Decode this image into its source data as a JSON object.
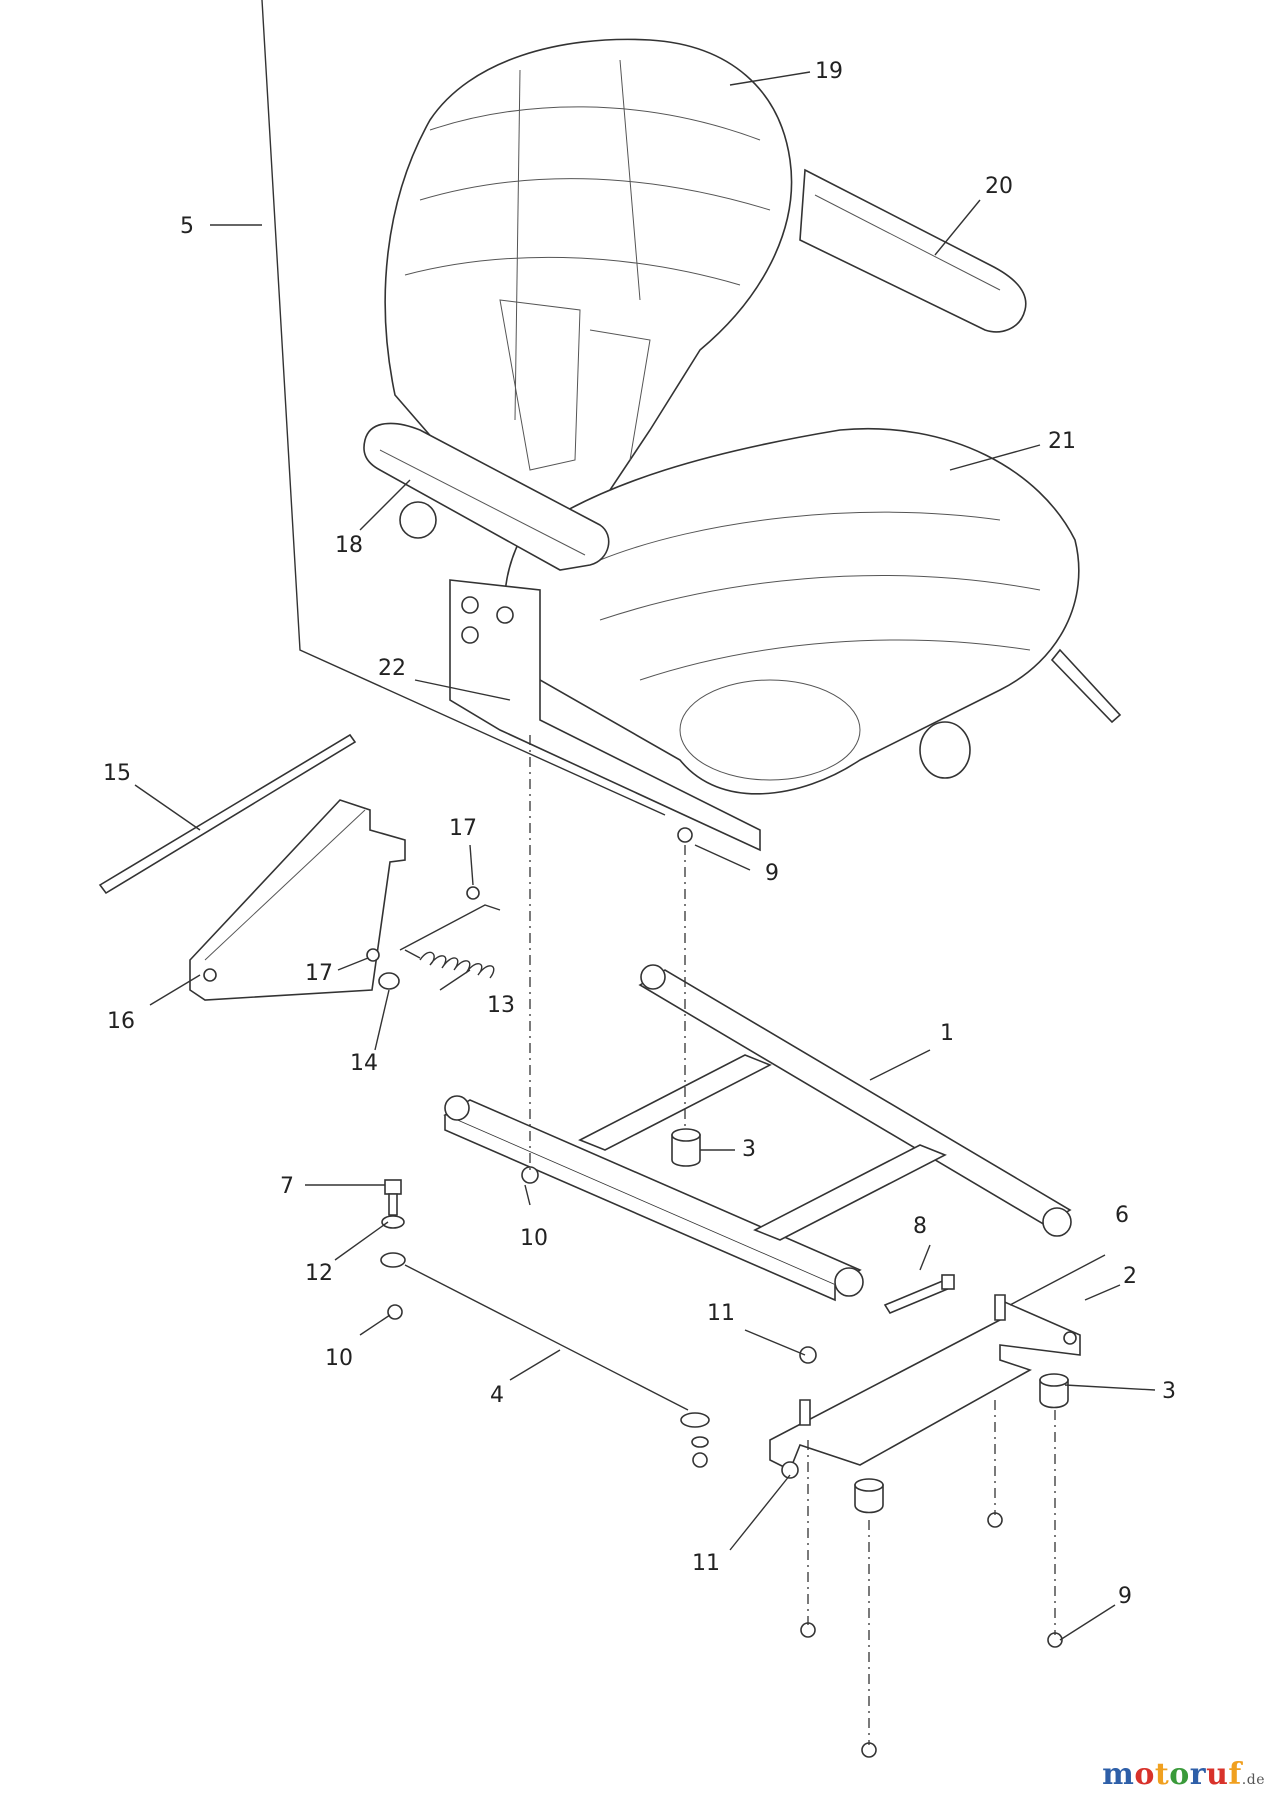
{
  "diagram": {
    "callouts": {
      "c1": "1",
      "c2": "2",
      "c3a": "3",
      "c3b": "3",
      "c4": "4",
      "c5": "5",
      "c6": "6",
      "c7": "7",
      "c8": "8",
      "c9a": "9",
      "c9b": "9",
      "c10a": "10",
      "c10b": "10",
      "c11a": "11",
      "c11b": "11",
      "c12": "12",
      "c13": "13",
      "c14": "14",
      "c15": "15",
      "c16": "16",
      "c17a": "17",
      "c17b": "17",
      "c18": "18",
      "c19": "19",
      "c20": "20",
      "c21": "21",
      "c22": "22"
    }
  },
  "watermark": {
    "name": "motoruf",
    "tld": ".de",
    "colors": [
      "#2e5fa8",
      "#d8322b",
      "#f0a020",
      "#3a9a3a",
      "#2e5fa8",
      "#d8322b",
      "#f0a020"
    ]
  }
}
